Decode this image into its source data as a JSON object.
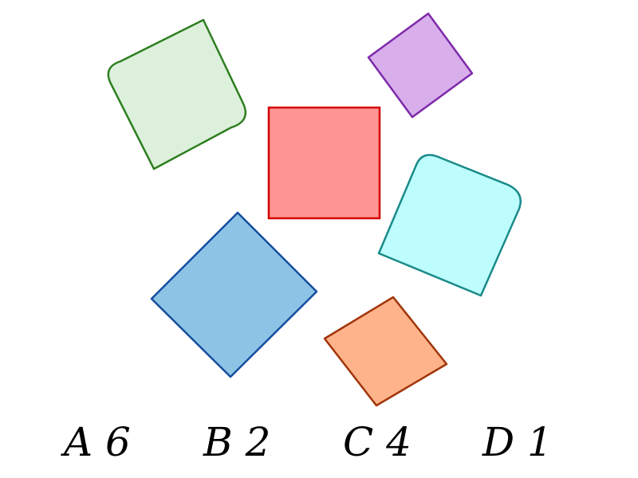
{
  "shapes": [
    {
      "id": "red-square",
      "kind": "square",
      "fill": "#FF9494",
      "stroke": "#D40000"
    },
    {
      "id": "purple-square",
      "kind": "square",
      "fill": "#D8AEEB",
      "stroke": "#7E2AAA"
    },
    {
      "id": "green-square",
      "kind": "rounded-square",
      "fill": "#DDF0DC",
      "stroke": "#2E7E20"
    },
    {
      "id": "cyan-square",
      "kind": "rounded-square",
      "fill": "#BDFDFD",
      "stroke": "#1A8A8A"
    },
    {
      "id": "blue-square",
      "kind": "square",
      "fill": "#8DC4E6",
      "stroke": "#154E9E"
    },
    {
      "id": "orange-square",
      "kind": "square",
      "fill": "#FFB38A",
      "stroke": "#A0350A"
    }
  ],
  "options": [
    {
      "label": "A 6"
    },
    {
      "label": "B 2"
    },
    {
      "label": "C 4"
    },
    {
      "label": "D 1"
    }
  ]
}
